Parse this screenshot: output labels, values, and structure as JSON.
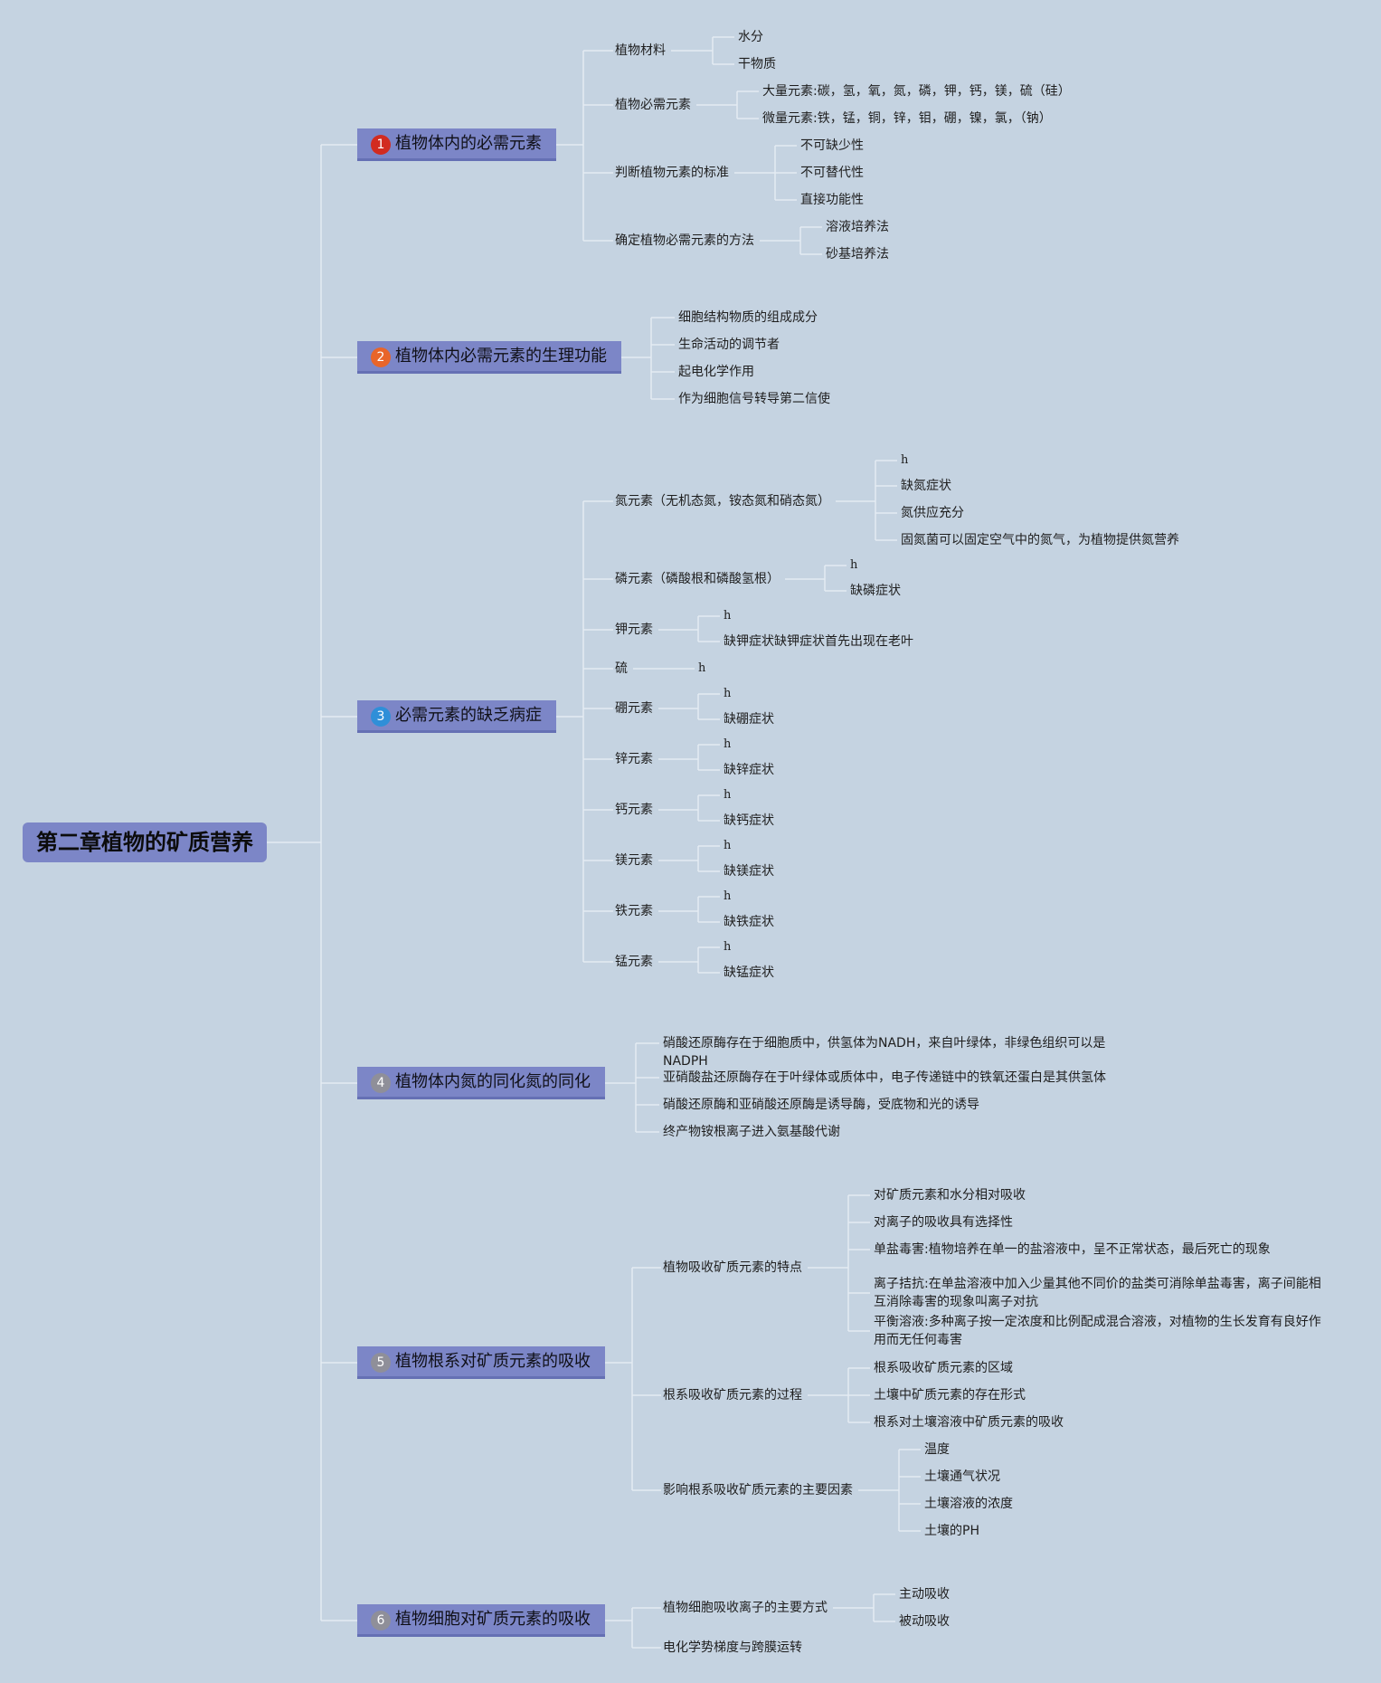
{
  "root": "第二章植物的矿质营养",
  "branches": [
    {
      "title": "植物体内的必需元素",
      "badge": "1",
      "badge_color": "#d22b20",
      "children": [
        {
          "label": "植物材料",
          "leaves": [
            "水分",
            "干物质"
          ]
        },
        {
          "label": "植物必需元素",
          "leaves": [
            "大量元素:碳，氢，氧，氮，磷，钾，钙，镁，硫（硅）",
            "微量元素:铁，锰，铜，锌，钼，硼，镍，氯，（钠）"
          ]
        },
        {
          "label": "判断植物元素的标准",
          "leaves": [
            "不可缺少性",
            "不可替代性",
            "直接功能性"
          ]
        },
        {
          "label": "确定植物必需元素的方法",
          "leaves": [
            "溶液培养法",
            "砂基培养法"
          ]
        }
      ]
    },
    {
      "title": "植物体内必需元素的生理功能",
      "badge": "2",
      "badge_color": "#e8652a",
      "leaves": [
        "细胞结构物质的组成成分",
        "生命活动的调节者",
        "起电化学作用",
        "作为细胞信号转导第二信使"
      ]
    },
    {
      "title": "必需元素的缺乏病症",
      "badge": "3",
      "badge_color": "#2f8fd8",
      "children": [
        {
          "label": "氮元素（无机态氮，铵态氮和硝态氮）",
          "leaves": [
            "h",
            "缺氮症状",
            "氮供应充分",
            "固氮菌可以固定空气中的氮气，为植物提供氮营养"
          ]
        },
        {
          "label": "磷元素（磷酸根和磷酸氢根）",
          "leaves": [
            "h",
            "缺磷症状"
          ]
        },
        {
          "label": "钾元素",
          "leaves": [
            "h",
            "缺钾症状缺钾症状首先出现在老叶"
          ]
        },
        {
          "label": "硫",
          "leaves": [
            "h"
          ]
        },
        {
          "label": "硼元素",
          "leaves": [
            "h",
            "缺硼症状"
          ]
        },
        {
          "label": "锌元素",
          "leaves": [
            "h",
            "缺锌症状"
          ]
        },
        {
          "label": "钙元素",
          "leaves": [
            "h",
            "缺钙症状"
          ]
        },
        {
          "label": "镁元素",
          "leaves": [
            "h",
            "缺镁症状"
          ]
        },
        {
          "label": "铁元素",
          "leaves": [
            "h",
            "缺铁症状"
          ]
        },
        {
          "label": "锰元素",
          "leaves": [
            "h",
            "缺锰症状"
          ]
        }
      ]
    },
    {
      "title": "植物体内氮的同化氮的同化",
      "badge": "4",
      "badge_color": "#8f8f99",
      "leaves": [
        "硝酸还原酶存在于细胞质中，供氢体为NADH，来自叶绿体，非绿色组织可以是NADPH",
        "亚硝酸盐还原酶存在于叶绿体或质体中，电子传递链中的铁氧还蛋白是其供氢体",
        "硝酸还原酶和亚硝酸还原酶是诱导酶，受底物和光的诱导",
        "终产物铵根离子进入氨基酸代谢"
      ]
    },
    {
      "title": "植物根系对矿质元素的吸收",
      "badge": "5",
      "badge_color": "#8f8f99",
      "children": [
        {
          "label": "植物吸收矿质元素的特点",
          "leaves": [
            "对矿质元素和水分相对吸收",
            "对离子的吸收具有选择性",
            "单盐毒害:植物培养在单一的盐溶液中，呈不正常状态，最后死亡的现象",
            "离子拮抗:在单盐溶液中加入少量其他不同价的盐类可消除单盐毒害，离子间能相互消除毒害的现象叫离子对抗",
            "平衡溶液:多种离子按一定浓度和比例配成混合溶液，对植物的生长发育有良好作用而无任何毒害"
          ]
        },
        {
          "label": "根系吸收矿质元素的过程",
          "leaves": [
            "根系吸收矿质元素的区域",
            "土壤中矿质元素的存在形式",
            "根系对土壤溶液中矿质元素的吸收"
          ]
        },
        {
          "label": "影响根系吸收矿质元素的主要因素",
          "leaves": [
            "温度",
            "土壤通气状况",
            "土壤溶液的浓度",
            "土壤的PH"
          ]
        }
      ]
    },
    {
      "title": "植物细胞对矿质元素的吸收",
      "badge": "6",
      "badge_color": "#8f8f99",
      "children": [
        {
          "label": "植物细胞吸收离子的主要方式",
          "leaves": [
            "主动吸收",
            "被动吸收"
          ]
        },
        {
          "label": "电化学势梯度与跨膜运转",
          "leaves": []
        }
      ]
    }
  ]
}
